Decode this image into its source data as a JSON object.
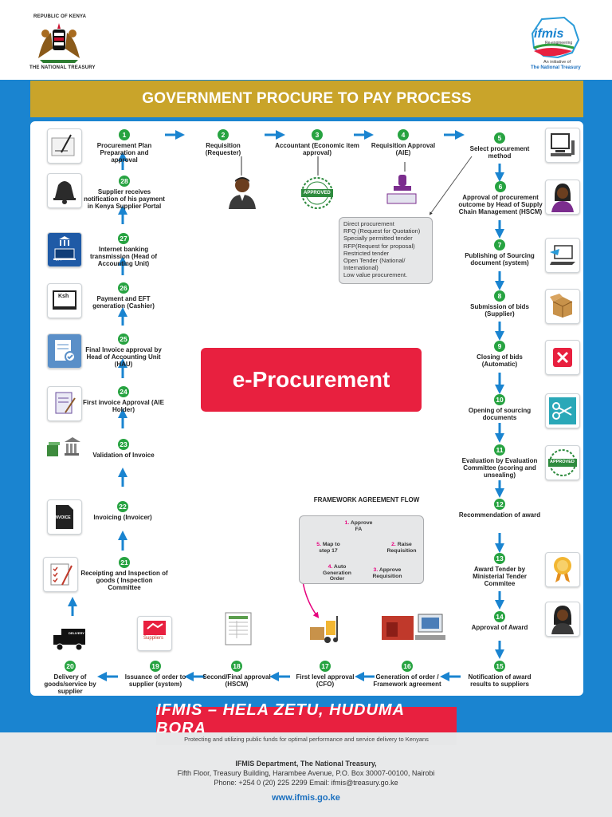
{
  "header": {
    "republic": "REPUBLIC OF KENYA",
    "treasury": "THE NATIONAL TREASURY",
    "ifmis_logo": "ifmis",
    "ifmis_sub": "Re-engineering",
    "initiative": "An initiative of",
    "initiative_org": "The National Treasury"
  },
  "title": "GOVERNMENT PROCURE TO PAY PROCESS",
  "center_label": "e-Procurement",
  "steps": [
    {
      "n": "1",
      "label": "Procurement Plan Preparation and approval"
    },
    {
      "n": "2",
      "label": "Requisition (Requester)"
    },
    {
      "n": "3",
      "label": "Accountant (Economic item approval)"
    },
    {
      "n": "4",
      "label": "Requisition Approval (AIE)"
    },
    {
      "n": "5",
      "label": "Select procurement method"
    },
    {
      "n": "6",
      "label": "Approval of procurement outcome by Head of Supply Chain Management (HSCM)"
    },
    {
      "n": "7",
      "label": "Publishing of Sourcing document (system)"
    },
    {
      "n": "8",
      "label": "Submission of bids (Supplier)"
    },
    {
      "n": "9",
      "label": "Closing of bids (Automatic)"
    },
    {
      "n": "10",
      "label": "Opening of sourcing documents"
    },
    {
      "n": "11",
      "label": "Evaluation by Evaluation Committee (scoring and unsealing)"
    },
    {
      "n": "12",
      "label": "Recommendation of award"
    },
    {
      "n": "13",
      "label": "Award Tender by Ministerial Tender Commitee"
    },
    {
      "n": "14",
      "label": "Approval of Award"
    },
    {
      "n": "15",
      "label": "Notification of award results to suppliers"
    },
    {
      "n": "16",
      "label": "Generation of order / Framework agreement"
    },
    {
      "n": "17",
      "label": "First level approval (CFO)"
    },
    {
      "n": "18",
      "label": "Second/Final approval (HSCM)"
    },
    {
      "n": "19",
      "label": "Issuance of order to supplier (system)"
    },
    {
      "n": "20",
      "label": "Delivery of goods/service by supplier"
    },
    {
      "n": "21",
      "label": "Receipting and Inspection of goods ( Inspection Committee"
    },
    {
      "n": "22",
      "label": "Invoicing (Invoicer)"
    },
    {
      "n": "23",
      "label": "Validation of Invoice"
    },
    {
      "n": "24",
      "label": "First invoice Approval (AIE Holder)"
    },
    {
      "n": "25",
      "label": "Final Invoice approval by Head of Accounting Unit (HAU)"
    },
    {
      "n": "26",
      "label": "Payment and EFT generation (Cashier)"
    },
    {
      "n": "27",
      "label": "Internet banking transmission (Head of Accounting Unit)"
    },
    {
      "n": "28",
      "label": "Supplier receives notification of his payment in Kenya Supplier Portal"
    }
  ],
  "methods": [
    "Direct procurement",
    "RFQ (Request for Quotation)",
    "Specially permitted tender",
    "RFP(Request for proposal)",
    "Restricted tender",
    "Open Tender (National/ International)",
    "Low value procurement."
  ],
  "framework": {
    "title": "FRAMEWORK AGREEMENT FLOW",
    "items": [
      {
        "n": "1.",
        "label": "Approve FA"
      },
      {
        "n": "2.",
        "label": "Raise Requisition"
      },
      {
        "n": "3.",
        "label": "Approve Requisition"
      },
      {
        "n": "4.",
        "label": "Auto Generation Order"
      },
      {
        "n": "5.",
        "label": "Map to step 17"
      }
    ]
  },
  "icon_text": {
    "ksh": "Ksh",
    "invoice": "INVOICE",
    "approved": "APPROVED",
    "suppliers": "Suppliers",
    "delivery": "DELIVERY",
    "eft": "EFT"
  },
  "banner": "IFMIS – HELA ZETU, HUDUMA BORA",
  "tagline": "Protecting and utilizing public funds for optimal performance and service delivery to Kenyans",
  "footer": {
    "line1": "IFMIS Department, The National Treasury,",
    "line2": "Fifth Floor, Treasury Building, Harambee Avenue, P.O. Box 30007-00100, Nairobi",
    "line3": "Phone: +254 0 (20) 225 2299 Email: ifmis@treasury.go.ke",
    "url": "www.ifmis.go.ke"
  },
  "colors": {
    "blue": "#1a84d0",
    "gold": "#c9a42a",
    "red": "#e8203f",
    "green": "#27a341",
    "magenta": "#e6007e"
  }
}
